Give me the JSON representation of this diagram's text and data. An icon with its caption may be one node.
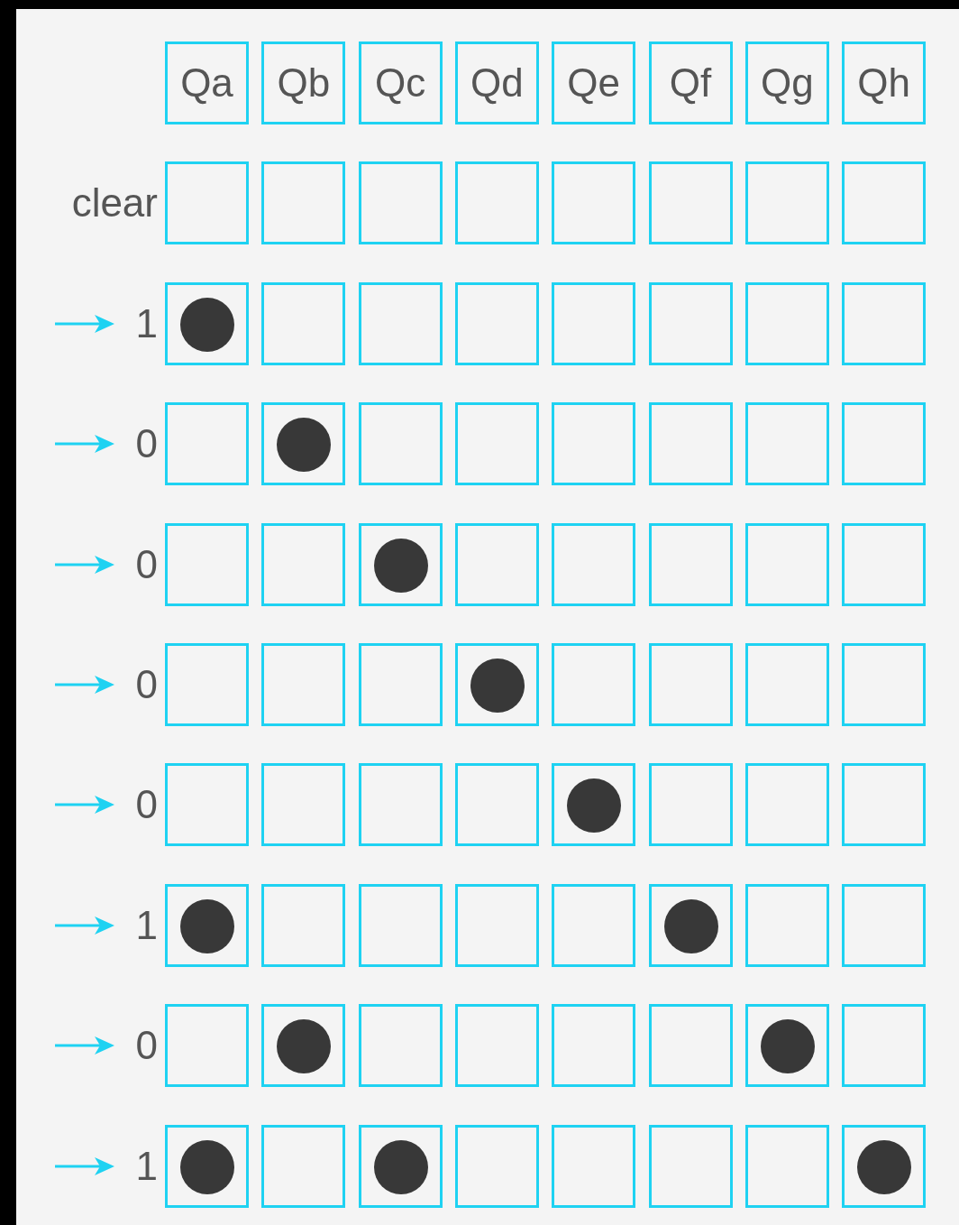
{
  "diagram": {
    "nodes": [
      {
        "text": [
          "Qa"
        ]
      },
      {
        "text": [
          "Qb"
        ]
      },
      {
        "text": [
          "Qc"
        ]
      },
      {
        "text": [
          "Qd"
        ]
      },
      {
        "text": [
          "Qe"
        ]
      },
      {
        "text": [
          "Qf"
        ]
      },
      {
        "text": [
          "Qg"
        ]
      },
      {
        "text": [
          "Qh"
        ]
      },
      {
        "text": [],
        "shape": "box"
      },
      {
        "text": [],
        "shape": "box"
      },
      {
        "text": [],
        "shape": "box"
      },
      {
        "text": [],
        "shape": "box"
      },
      {
        "text": [],
        "shape": "box"
      },
      {
        "text": [],
        "shape": "box"
      },
      {
        "text": [],
        "shape": "box"
      },
      {
        "text": [],
        "shape": "box"
      },
      {
        "text": [],
        "shape": "box"
      },
      {
        "text": [],
        "shape": "circle",
        "in": 16
      },
      {
        "text": [],
        "shape": "box"
      },
      {
        "text": [],
        "shape": "box"
      },
      {
        "text": [],
        "shape": "box"
      },
      {
        "text": [],
        "shape": "box"
      },
      {
        "text": [],
        "shape": "box"
      },
      {
        "text": [],
        "shape": "box"
      },
      {
        "text": [],
        "shape": "box"
      },
      {
        "text": [],
        "shape": "box"
      },
      {
        "text": [],
        "shape": "box"
      },
      {
        "text": [],
        "shape": "circle",
        "in": 26
      },
      {
        "text": [],
        "shape": "box"
      },
      {
        "text": [],
        "shape": "box"
      },
      {
        "text": [],
        "shape": "box"
      },
      {
        "text": [],
        "shape": "box"
      },
      {
        "text": [],
        "shape": "box"
      },
      {
        "text": [],
        "shape": "box"
      },
      {
        "text": [],
        "shape": "box"
      },
      {
        "text": [],
        "shape": "box"
      },
      {
        "text": [],
        "shape": "box"
      },
      {
        "text": [],
        "shape": "circle",
        "in": 36
      },
      {
        "text": [],
        "shape": "box"
      },
      {
        "text": [],
        "shape": "box"
      },
      {
        "text": [],
        "shape": "box"
      },
      {
        "text": [],
        "shape": "box"
      },
      {
        "text": [],
        "shape": "box"
      },
      {
        "text": [],
        "shape": "box"
      },
      {
        "text": [],
        "shape": "box"
      },
      {
        "text": [],
        "shape": "box"
      },
      {
        "text": [],
        "shape": "box"
      },
      {
        "text": [],
        "shape": "circle",
        "in": 46
      },
      {
        "text": [],
        "shape": "box"
      },
      {
        "text": [],
        "shape": "box"
      },
      {
        "text": [],
        "shape": "box"
      },
      {
        "text": [],
        "shape": "box"
      },
      {
        "text": [],
        "shape": "box"
      },
      {
        "text": [],
        "shape": "box"
      },
      {
        "text": [],
        "shape": "box"
      },
      {
        "text": [],
        "shape": "box"
      },
      {
        "text": [],
        "shape": "box"
      },
      {
        "text": [],
        "shape": "circle",
        "in": 56
      },
      {
        "text": [],
        "shape": "box"
      },
      {
        "text": [],
        "shape": "box"
      },
      {
        "text": [],
        "shape": "box"
      },
      {
        "text": [],
        "shape": "box"
      },
      {
        "text": [],
        "shape": "circle",
        "in": 61
      },
      {
        "text": [],
        "shape": "box"
      },
      {
        "text": [],
        "shape": "box"
      },
      {
        "text": [],
        "shape": "box"
      },
      {
        "text": [],
        "shape": "box"
      },
      {
        "text": [],
        "shape": "box"
      },
      {
        "text": [],
        "shape": "circle",
        "in": 67
      },
      {
        "text": [],
        "shape": "box"
      },
      {
        "text": [],
        "shape": "box"
      },
      {
        "text": [],
        "shape": "box"
      },
      {
        "text": [],
        "shape": "box"
      },
      {
        "text": [],
        "shape": "circle",
        "in": 72
      },
      {
        "text": [],
        "shape": "box"
      },
      {
        "text": [],
        "shape": "box"
      },
      {
        "text": [],
        "shape": "box"
      },
      {
        "text": [],
        "shape": "box"
      },
      {
        "text": [],
        "shape": "box"
      },
      {
        "text": [],
        "shape": "circle",
        "in": 78
      },
      {
        "text": [],
        "shape": "box"
      },
      {
        "text": [],
        "shape": "box"
      },
      {
        "text": [],
        "shape": "circle",
        "in": 81
      },
      {
        "text": [],
        "shape": "box"
      },
      {
        "text": [],
        "shape": "box"
      },
      {
        "text": [],
        "shape": "circle",
        "in": 84
      },
      {
        "text": [],
        "shape": "box"
      },
      {
        "text": [],
        "shape": "box"
      },
      {
        "text": [],
        "shape": "box"
      },
      {
        "text": [],
        "shape": "box"
      },
      {
        "text": [],
        "shape": "box"
      },
      {
        "text": [],
        "shape": "circle",
        "in": 90
      }
    ],
    "labels": [
      "clear",
      "1",
      "0",
      "0",
      "0",
      "0",
      "1",
      "0",
      "1"
    ]
  }
}
